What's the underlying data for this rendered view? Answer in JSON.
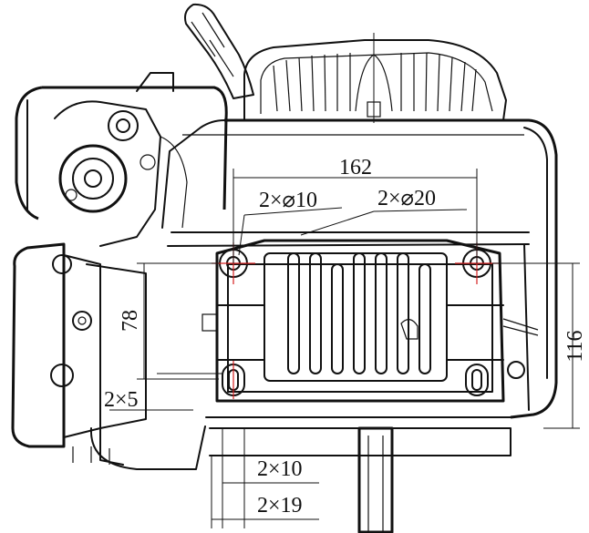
{
  "dimensions": {
    "overall_hole_spacing": "162",
    "small_holes": "2×⌀10",
    "large_holes": "2×⌀20",
    "vertical_spacing": "78",
    "overall_height": "116",
    "slot_width": "2×5",
    "slot_length_a": "2×10",
    "slot_length_b": "2×19"
  },
  "colors": {
    "line": "#111111",
    "hole_marker": "#d42020"
  }
}
